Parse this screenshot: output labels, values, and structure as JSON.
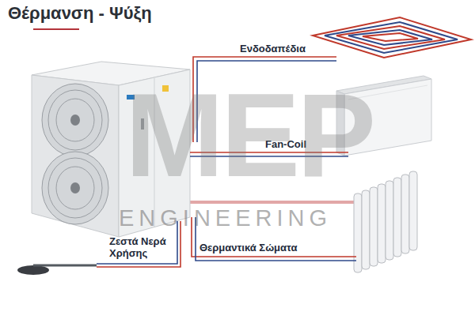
{
  "diagram": {
    "title": "Θέρμανση - Ψύξη",
    "labels": [
      "Ενδοδαπέδια",
      "Fan-Coil",
      "MEP",
      "ENGINEERING",
      "Ζεστά Νερά Χρήσης",
      "Θερμαντικά Σώματα"
    ]
  }
}
